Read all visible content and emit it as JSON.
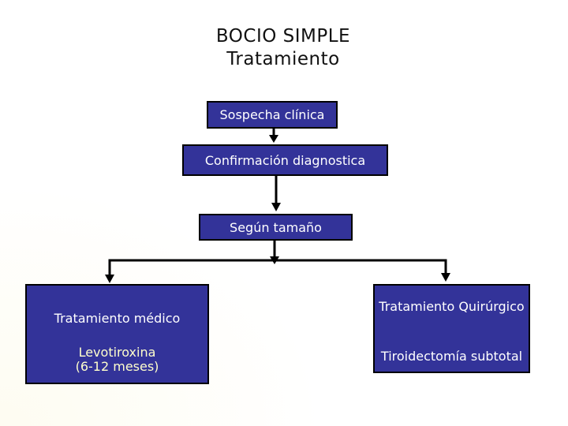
{
  "slide": {
    "title_line1": "BOCIO SIMPLE",
    "title_line2": "Tratamiento"
  },
  "flowchart": {
    "step_suspicion": "Sospecha clínica",
    "step_confirmation": "Confirmación diagnostica",
    "step_size": "Según tamaño",
    "medical_branch": {
      "title": "Tratamiento médico",
      "detail_line1": "Levotiroxina",
      "detail_line2": "(6-12 meses)"
    },
    "surgical_branch": {
      "title": "Tratamiento Quirúrgico",
      "detail": "Tiroidectomía subtotal"
    }
  },
  "colors": {
    "background": "#ffffff",
    "box_fill": "#333399",
    "box_border": "#000000",
    "box_text": "#ffffff",
    "detail_accent_text": "#ffffcc",
    "title_text": "#111111",
    "connector": "#000000"
  }
}
